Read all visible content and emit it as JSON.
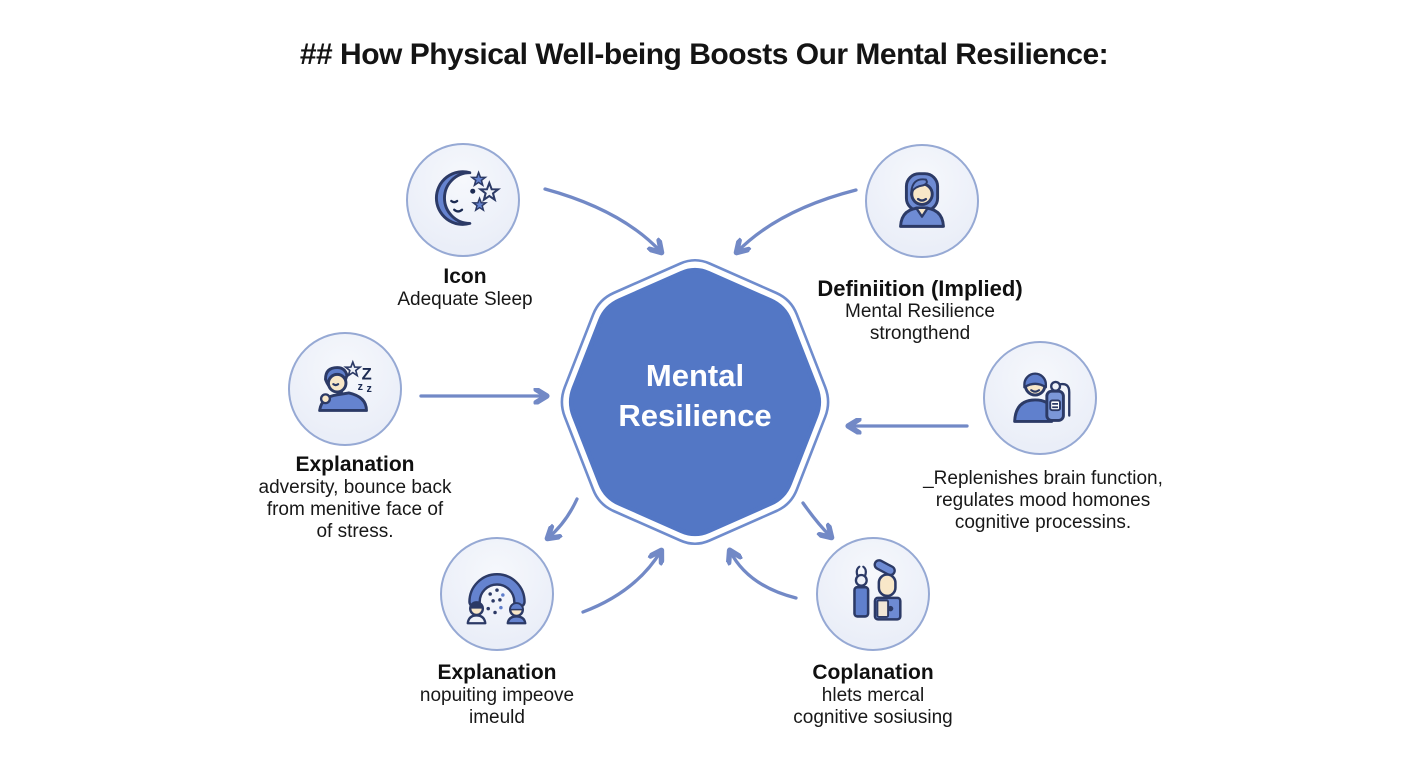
{
  "title": "## How Physical Well-being Boosts Our Mental Resilience:",
  "center": {
    "line1": "Mental",
    "line2": "Resilience"
  },
  "nodes": [
    {
      "icon": "moon-stars-icon",
      "heading": "Icon",
      "lines": [
        "Adequate Sleep"
      ]
    },
    {
      "icon": "woman-portrait-icon",
      "heading": "Definiition (Implied)",
      "lines": [
        "Mental Resilience",
        "strongthend"
      ]
    },
    {
      "icon": "sleeping-person-icon",
      "heading": "Explanation",
      "lines": [
        "adversity, bounce back",
        "from menitive face of",
        "of stress."
      ]
    },
    {
      "icon": "person-water-bottle-icon",
      "heading": "",
      "lines": [
        "_Replenishes brain function,",
        "regulates mood homones",
        "cognitive processins."
      ]
    },
    {
      "icon": "two-people-arc-icon",
      "heading": "Explanation",
      "lines": [
        "nopuiting impeove",
        "imeuld"
      ]
    },
    {
      "icon": "figures-equipment-icon",
      "heading": "Coplanation",
      "lines": [
        "hlets mercal",
        "cognitive sosiusing"
      ]
    }
  ],
  "colors": {
    "octagon_fill": "#5377c5",
    "octagon_outline": "#6f8ccd",
    "arrow": "#7289c6",
    "circle_bg": "#eef1f8",
    "circle_border": "#96a9d4",
    "icon_outline": "#2c3a66",
    "icon_blue": "#6583cf",
    "face": "#f8e7c8",
    "center_text": "#ffffff",
    "text": "#111111"
  }
}
